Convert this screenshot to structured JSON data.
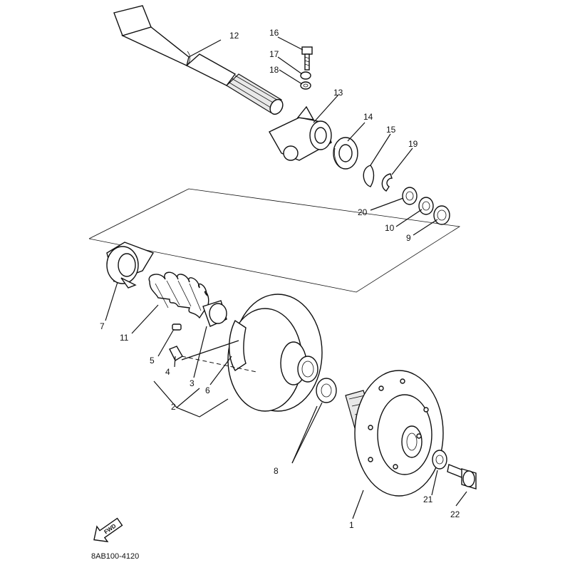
{
  "diagram": {
    "reference_code": "8AB100-4120",
    "fwd_label": "FWD",
    "callouts": {
      "c1": "1",
      "c2": "2",
      "c3": "3",
      "c4": "4",
      "c5": "5",
      "c6": "6",
      "c7": "7",
      "c8": "8",
      "c9": "9",
      "c10": "10",
      "c11": "11",
      "c12": "12",
      "c13": "13",
      "c14": "14",
      "c15": "15",
      "c16": "16",
      "c17": "17",
      "c18": "18",
      "c19": "19",
      "c20": "20",
      "c21": "21",
      "c22": "22"
    }
  }
}
